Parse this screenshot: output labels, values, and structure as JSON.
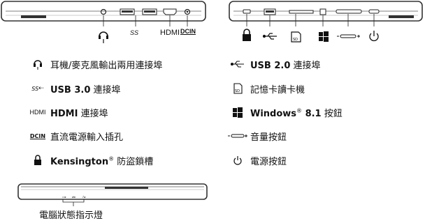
{
  "left_panel": {
    "hdmi_label": "HDMI",
    "dcin_label": "DCIN",
    "ss_label": "SS"
  },
  "legend": {
    "left": [
      {
        "icon": "headphone-mic-icon",
        "text": "耳機/麥克風輸出兩用連接埠",
        "bold": "",
        "suffix": ""
      },
      {
        "icon": "usb3-icon",
        "icon_text": "SS",
        "bold": "USB 3.0",
        "text": " 連接埠"
      },
      {
        "icon": "hdmi-icon",
        "icon_text": "HDMI",
        "bold": "HDMI",
        "text": " 連接埠"
      },
      {
        "icon": "dc-in-icon",
        "icon_text": "DCIN",
        "text": "直流電源輸入插孔"
      },
      {
        "icon": "kensington-lock-icon",
        "bold": "Kensington",
        "sup": "®",
        "text": " 防盜鎖槽"
      }
    ],
    "right": [
      {
        "icon": "usb2-icon",
        "bold": "USB 2.0",
        "text": " 連接埠"
      },
      {
        "icon": "card-reader-icon",
        "icon_text": "SD",
        "text": "記憶卡讀卡機"
      },
      {
        "icon": "windows-icon",
        "bold": "Windows",
        "sup": "®",
        "bold2": " 8.1",
        "text": " 按鈕"
      },
      {
        "icon": "volume-icon",
        "text": "音量按鈕"
      },
      {
        "icon": "power-icon",
        "text": "電源按鈕"
      }
    ]
  },
  "status_caption": "電腦狀態指示燈"
}
